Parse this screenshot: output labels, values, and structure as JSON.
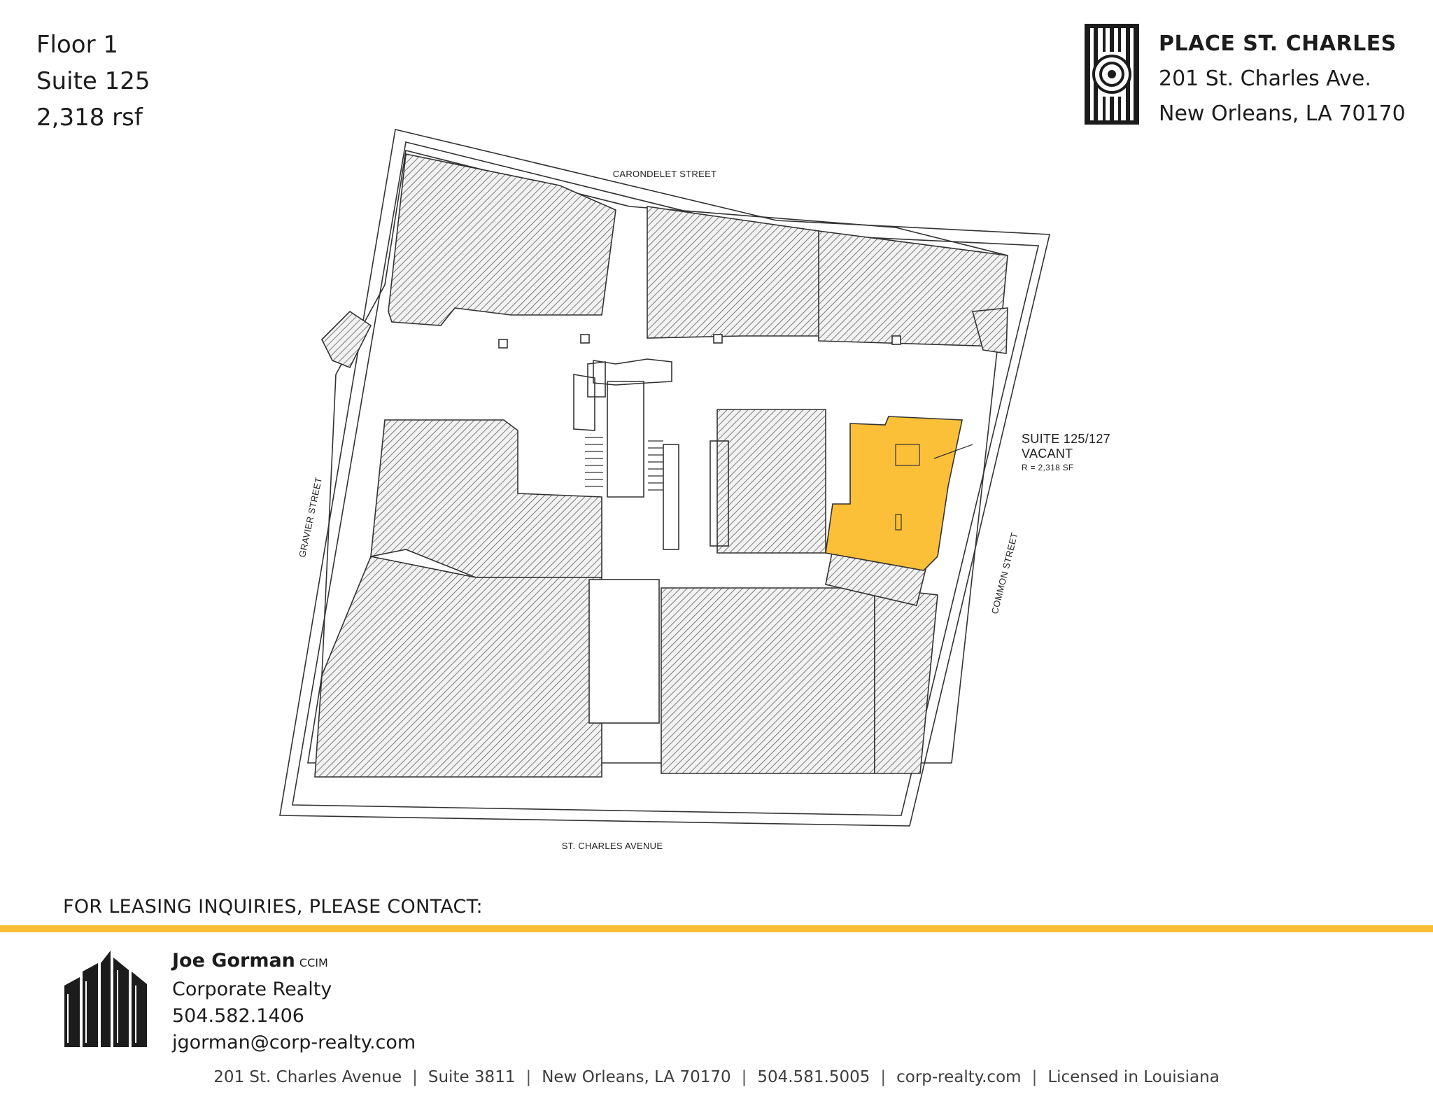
{
  "header": {
    "floor": "Floor 1",
    "suite": "Suite 125",
    "area": "2,318 rsf"
  },
  "brand": {
    "name": "PLACE ST. CHARLES",
    "address_line1": "201 St. Charles Ave.",
    "address_line2": "New Orleans, LA 70170",
    "logo_icon": "place-st-charles-logo-icon"
  },
  "floorplan": {
    "streets": {
      "north": "CARONDELET STREET",
      "west": "GRAVIER STREET",
      "east": "COMMON STREET",
      "south": "ST. CHARLES AVENUE"
    },
    "callout": {
      "line1": "SUITE 125/127",
      "line2": "VACANT",
      "line3": "R = 2,318 SF"
    },
    "colors": {
      "highlight": "#fcbf38",
      "hatch": "#6a6a6a"
    }
  },
  "leasing": {
    "heading": "FOR LEASING INQUIRIES, PLEASE CONTACT:",
    "name": "Joe Gorman",
    "credential": "CCIM",
    "company": "Corporate Realty",
    "phone": "504.582.1406",
    "email": "jgorman@corp-realty.com",
    "accent": "#f7bd34"
  },
  "footer": {
    "items": [
      "201 St. Charles Avenue",
      "Suite 3811",
      "New Orleans, LA 70170",
      "504.581.5005",
      "corp-realty.com",
      "Licensed in Louisiana"
    ]
  }
}
